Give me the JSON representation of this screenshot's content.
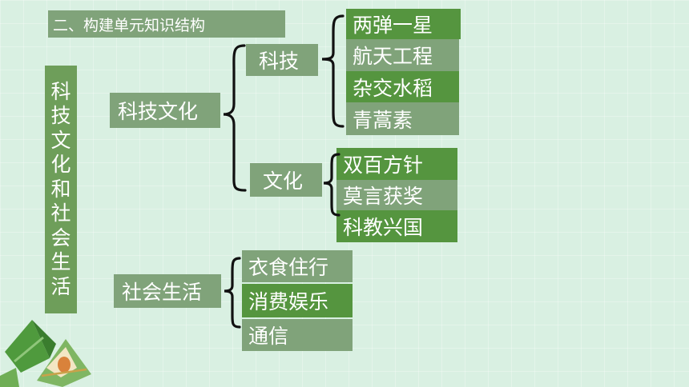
{
  "title": "二、构建单元知识结构",
  "root": "科技文化和社会生活",
  "nodes": {
    "keji_wenhua": "科技文化",
    "keji": "科技",
    "wenhua": "文化",
    "shehui_shenghuo": "社会生活"
  },
  "keji_items": [
    "两弹一星",
    "航天工程",
    "杂交水稻",
    "青蒿素"
  ],
  "wenhua_items": [
    "双百方针",
    "莫言获奖",
    "科教兴国"
  ],
  "shehui_items": [
    "衣食住行",
    "消费娱乐",
    "通信"
  ],
  "colors": {
    "background": "#d9f0e2",
    "box_light": "#80a37a",
    "box_dark": "#55953f",
    "brace": "#111111"
  },
  "icons": [
    "zongzi-decoration-icon"
  ]
}
